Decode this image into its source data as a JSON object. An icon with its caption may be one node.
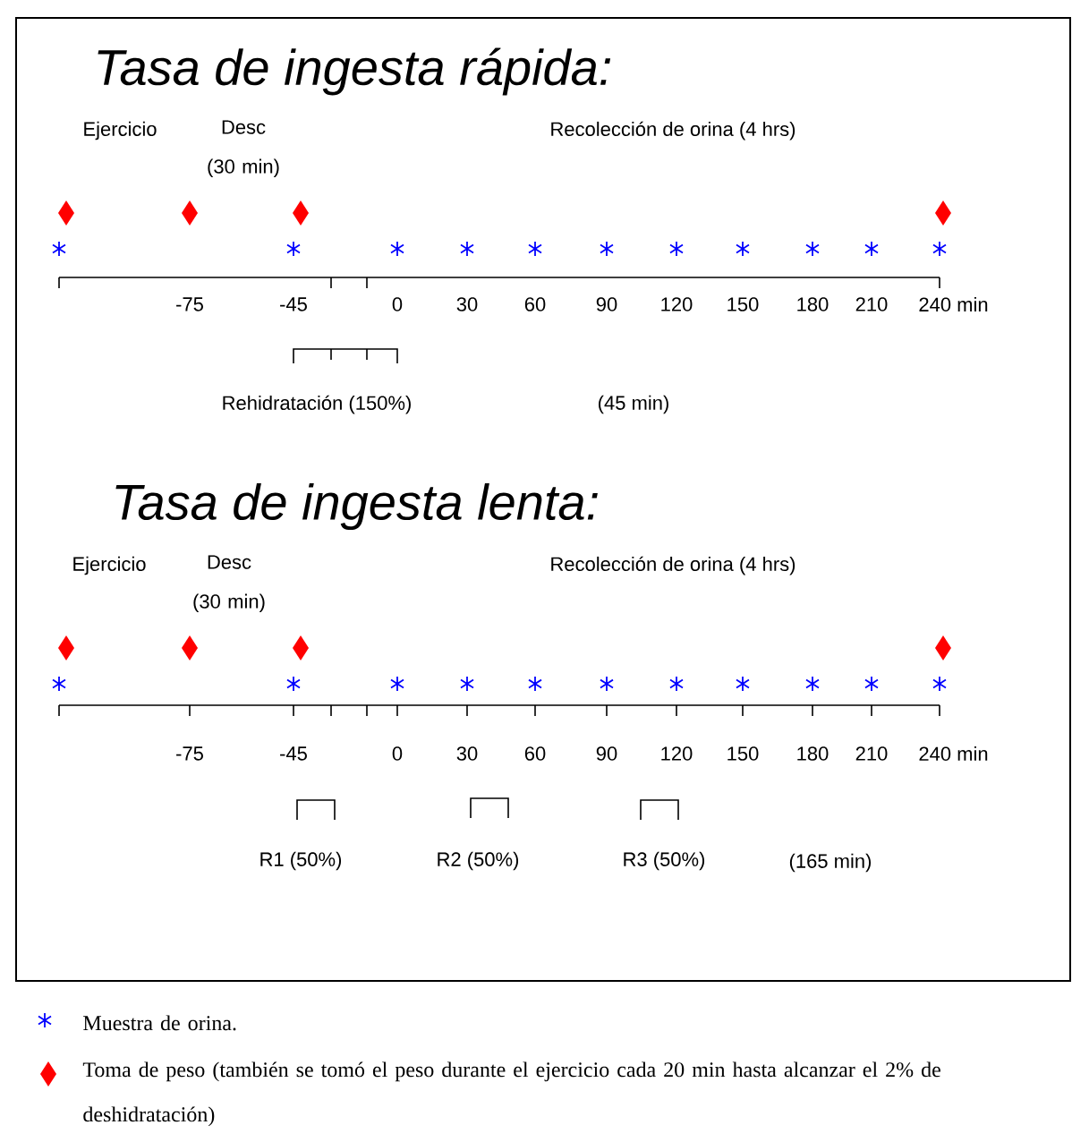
{
  "diagram": {
    "labels": [
      "Tasa de ingesta rápida:",
      "Ejercicio",
      "Desc (30 min)",
      "Recolección de orina (4 hrs)",
      "-75",
      "-45",
      "0",
      "30",
      "60",
      "90",
      "120",
      "150",
      "180",
      "210",
      "240 min",
      "Rehidratación (150%)",
      "(45 min)",
      "Tasa de ingesta lenta:",
      "Ejercicio",
      "Desc (30 min)",
      "Recolección de orina (4 hrs)",
      "-75",
      "-45",
      "0",
      "30",
      "60",
      "90",
      "120",
      "150",
      "180",
      "210",
      "240 min",
      "R1 (50%)",
      "R2 (50%)",
      "R3 (50%)",
      "(165 min)"
    ],
    "legend": [
      {
        "text": "Muestra de orina."
      },
      {
        "text": "Toma de peso (también se tomó el peso durante el ejercicio cada 20 min hasta alcanzar el 2% de deshidratación)"
      }
    ]
  }
}
